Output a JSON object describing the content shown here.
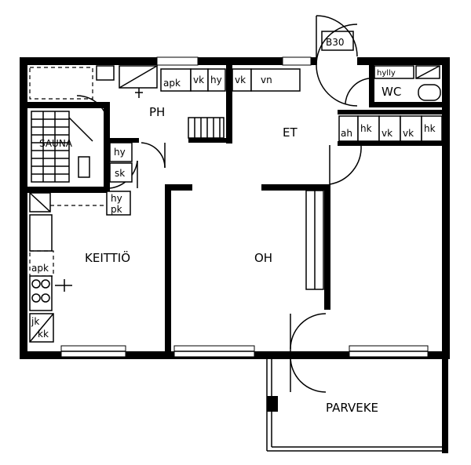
{
  "floorplan": {
    "rooms": {
      "wc": "WC",
      "ph": "PH",
      "et": "ET",
      "sauna": "SAUNA",
      "keittio": "KEITTIÖ",
      "oh": "OH",
      "parveke": "PARVEKE"
    },
    "door_code": "B30",
    "storage": {
      "ph_top": [
        "apk",
        "vk",
        "hy",
        "vk",
        "vn"
      ],
      "ph_side": [
        "hy",
        "sk"
      ],
      "hall_right": [
        "ah",
        "hk",
        "vk",
        "vk",
        "hk"
      ],
      "wc_top": "hylly",
      "kitchen_pantry": [
        "hy",
        "pk"
      ],
      "kitchen_apk": "apk",
      "kitchen_bottom": [
        "jk",
        "kk"
      ]
    },
    "colors": {
      "ink": "#000000",
      "paper": "#ffffff"
    }
  }
}
